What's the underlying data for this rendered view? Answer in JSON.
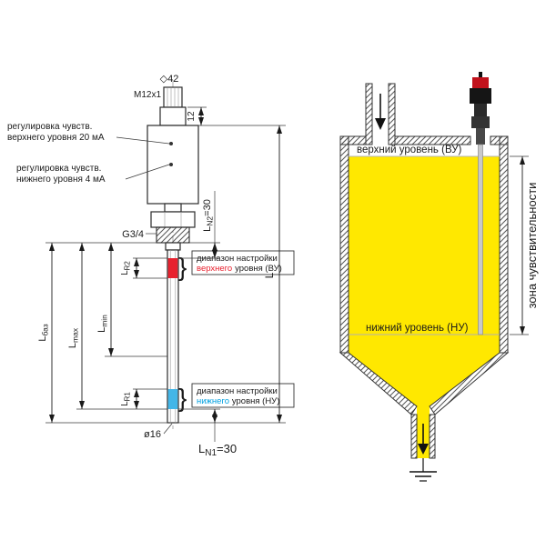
{
  "colors": {
    "liquid_yellow": "#FFE800",
    "upper_range_red": "#E8212E",
    "lower_range_blue": "#43B6E8",
    "upper_word_red": "#E8212E",
    "lower_word_blue": "#00A0E0",
    "sensor_cap_red": "#C1121C"
  },
  "sensor_drawing": {
    "wrench_size": "◇42",
    "top_thread": "M12x1",
    "connector_height": "12",
    "adjust_upper_line1": "регулировка чувств.",
    "adjust_upper_line2": "верхнего уровня 20 мА",
    "adjust_lower_line1": "регулировка чувств.",
    "adjust_lower_line2": "нижнего уровня 4 мА",
    "mount_thread": "G3/4",
    "dim_ln2": {
      "sym": "L",
      "sub": "N2",
      "val": "=30"
    },
    "dim_lr2": {
      "sym": "L",
      "sub": "R2"
    },
    "dim_lbaz": {
      "sym": "L",
      "sub": "баз"
    },
    "dim_lmax": {
      "sym": "L",
      "sub": "max"
    },
    "dim_lmin": {
      "sym": "L",
      "sub": "min"
    },
    "dim_lr1": {
      "sym": "L",
      "sub": "R1"
    },
    "dim_l": "L",
    "probe_dia": "ø16",
    "dim_ln1": {
      "sym": "L",
      "sub": "N1",
      "val": "=30"
    },
    "brace": "}",
    "range_upper_line1": "диапазон настройки",
    "range_upper_word": "верхнего",
    "range_upper_rest": "уровня (ВУ)",
    "range_lower_line1": "диапазон настройки",
    "range_lower_word": "нижнего",
    "range_lower_rest": "уровня (НУ)"
  },
  "tank_drawing": {
    "upper_level": "верхний уровень (ВУ)",
    "lower_level": "нижний уровень (НУ)",
    "sensitivity_zone": "зона чувствительности"
  }
}
